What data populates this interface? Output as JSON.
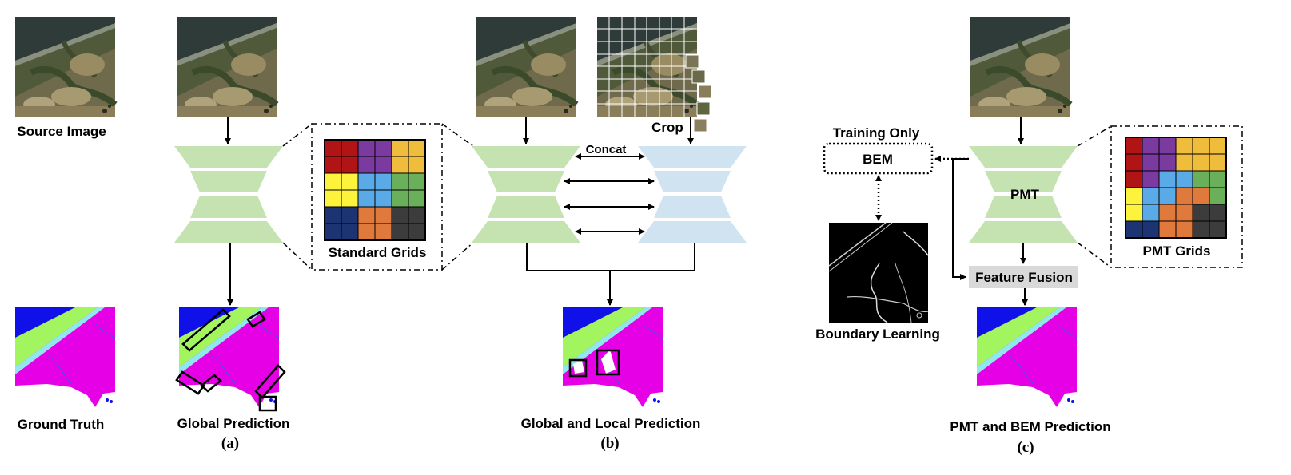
{
  "labels": {
    "source_image": "Source Image",
    "ground_truth": "Ground Truth",
    "global_prediction": "Global Prediction",
    "standard_grids": "Standard Grids",
    "concat": "Concat",
    "crop": "Crop",
    "global_local_prediction": "Global and Local Prediction",
    "training_only": "Training Only",
    "bem": "BEM",
    "pmt": "PMT",
    "pmt_grids": "PMT Grids",
    "feature_fusion": "Feature Fusion",
    "boundary_learning": "Boundary Learning",
    "pmt_bem_prediction": "PMT and BEM Prediction"
  },
  "subfigures": [
    "(a)",
    "(b)",
    "(c)"
  ],
  "colors": {
    "encoder_green": "#c5e3b1",
    "encoder_blue": "#cfe3f1",
    "seg_blue": "#1010e8",
    "seg_green": "#a2f55f",
    "seg_cyan": "#8fe8ee",
    "seg_magenta": "#e600e6",
    "feature_fusion_bg": "#d9d9d9"
  },
  "standard_grid_colors": [
    [
      "#b01414",
      "#b01414",
      "#7b3aa0",
      "#7b3aa0",
      "#f0bc3c",
      "#f0bc3c"
    ],
    [
      "#b01414",
      "#b01414",
      "#7b3aa0",
      "#7b3aa0",
      "#f0bc3c",
      "#f0bc3c"
    ],
    [
      "#fdf33c",
      "#fdf33c",
      "#5aaae8",
      "#5aaae8",
      "#6aaf5a",
      "#6aaf5a"
    ],
    [
      "#fdf33c",
      "#fdf33c",
      "#5aaae8",
      "#5aaae8",
      "#6aaf5a",
      "#6aaf5a"
    ],
    [
      "#1c3472",
      "#1c3472",
      "#e07a3c",
      "#e07a3c",
      "#3c3c3c",
      "#3c3c3c"
    ],
    [
      "#1c3472",
      "#1c3472",
      "#e07a3c",
      "#e07a3c",
      "#3c3c3c",
      "#3c3c3c"
    ]
  ],
  "pmt_grid_colors": [
    [
      "#b01414",
      "#7b3aa0",
      "#7b3aa0",
      "#f0bc3c",
      "#f0bc3c",
      "#f0bc3c"
    ],
    [
      "#b01414",
      "#7b3aa0",
      "#7b3aa0",
      "#f0bc3c",
      "#f0bc3c",
      "#f0bc3c"
    ],
    [
      "#b01414",
      "#7b3aa0",
      "#5aaae8",
      "#5aaae8",
      "#6aaf5a",
      "#6aaf5a"
    ],
    [
      "#fdf33c",
      "#5aaae8",
      "#5aaae8",
      "#e07a3c",
      "#e07a3c",
      "#6aaf5a"
    ],
    [
      "#fdf33c",
      "#5aaae8",
      "#e07a3c",
      "#e07a3c",
      "#3c3c3c",
      "#3c3c3c"
    ],
    [
      "#1c3472",
      "#1c3472",
      "#e07a3c",
      "#e07a3c",
      "#3c3c3c",
      "#3c3c3c"
    ]
  ]
}
